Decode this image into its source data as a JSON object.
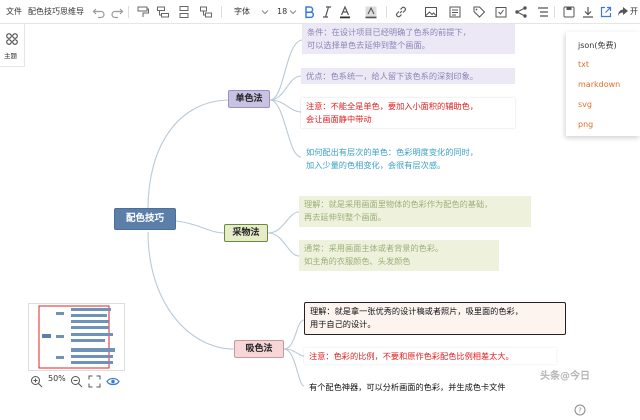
{
  "topbar": {
    "file_menu": "文件",
    "doc_title": "配色技巧思维导",
    "font_label": "字体",
    "font_size": "18",
    "share_label": "开"
  },
  "left_panel": {
    "theme_label": "主题"
  },
  "mindmap": {
    "root": "配色技巧",
    "branches": [
      {
        "label": "单色法",
        "notes": [
          "条件：在设计项目已经明确了色系的前提下，\n可以选择单色去延伸到整个画面。",
          "优点：色系统一，给人留下该色系的深刻印象。",
          "注意：不能全是单色，要加入小面积的辅助色，\n会让画面静中带动",
          "如何配出有层次的单色：色彩明度变化的同时，\n加入少量的色相变化，会很有层次感。"
        ]
      },
      {
        "label": "采物法",
        "notes": [
          "理解：就是采用画面里物体的色彩作为配色的基础，\n再去延伸到整个画面。",
          "通常：采用画面主体或者背景的色彩。\n如主角的衣服颜色、头发颜色"
        ]
      },
      {
        "label": "吸色法",
        "notes": [
          "理解：就是拿一张优秀的设计稿或者照片，吸里面的色彩，\n用于自己的设计。",
          "注意：色彩的比例，不要和原作色彩配色比例相差太大。",
          "有个配色神器，可以分析画面的色彩，并生成色卡文件"
        ]
      }
    ]
  },
  "export_menu": {
    "items": [
      "json(免费)",
      "txt",
      "markdown",
      "svg",
      "png"
    ]
  },
  "zoom": {
    "level": "50%"
  },
  "watermark": "头条@今日",
  "colors": {
    "root_bg": "#5b7fa8",
    "branch1_bg": "#c9c2e2",
    "branch2_bg": "#e6ecc8",
    "branch3_bg": "#f6d6d6",
    "note_purple_bg": "#ece8f5",
    "note_green_bg": "#eef1dc",
    "red_text": "#e02020",
    "blue_text": "#3aa0c8",
    "accent": "#3b7bd8",
    "menu_text": "#e07030"
  }
}
